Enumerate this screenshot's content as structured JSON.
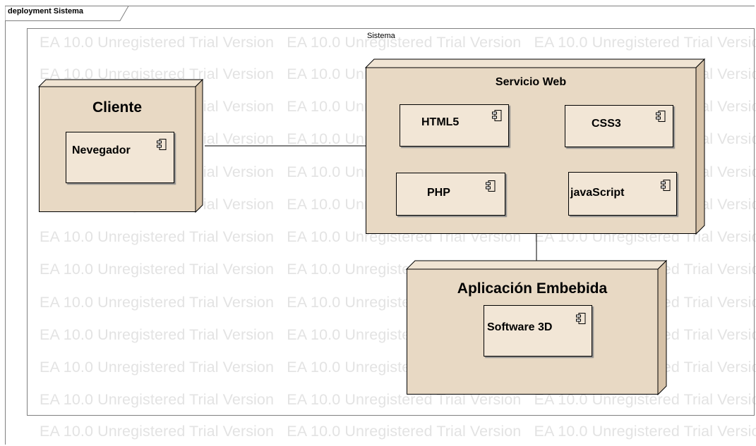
{
  "diagram": {
    "frame_title": "deployment Sistema",
    "package_label": "Sistema",
    "watermark": "EA 10.0 Unregistered Trial Version",
    "colors": {
      "node_fill": "#e8d9c4",
      "node_side": "#d6c2a8",
      "component_fill": "#f2e6d6",
      "watermark": "#e3e3e3"
    }
  },
  "nodes": {
    "cliente": {
      "title": "Cliente",
      "component": "Nevegador"
    },
    "servicio_web": {
      "title": "Servicio Web",
      "components": [
        "HTML5",
        "CSS3",
        "PHP",
        "javaScript"
      ]
    },
    "aplicacion": {
      "title": "Aplicación  Embebida",
      "component": "Software 3D"
    }
  },
  "icons": {
    "component": "component-icon"
  }
}
